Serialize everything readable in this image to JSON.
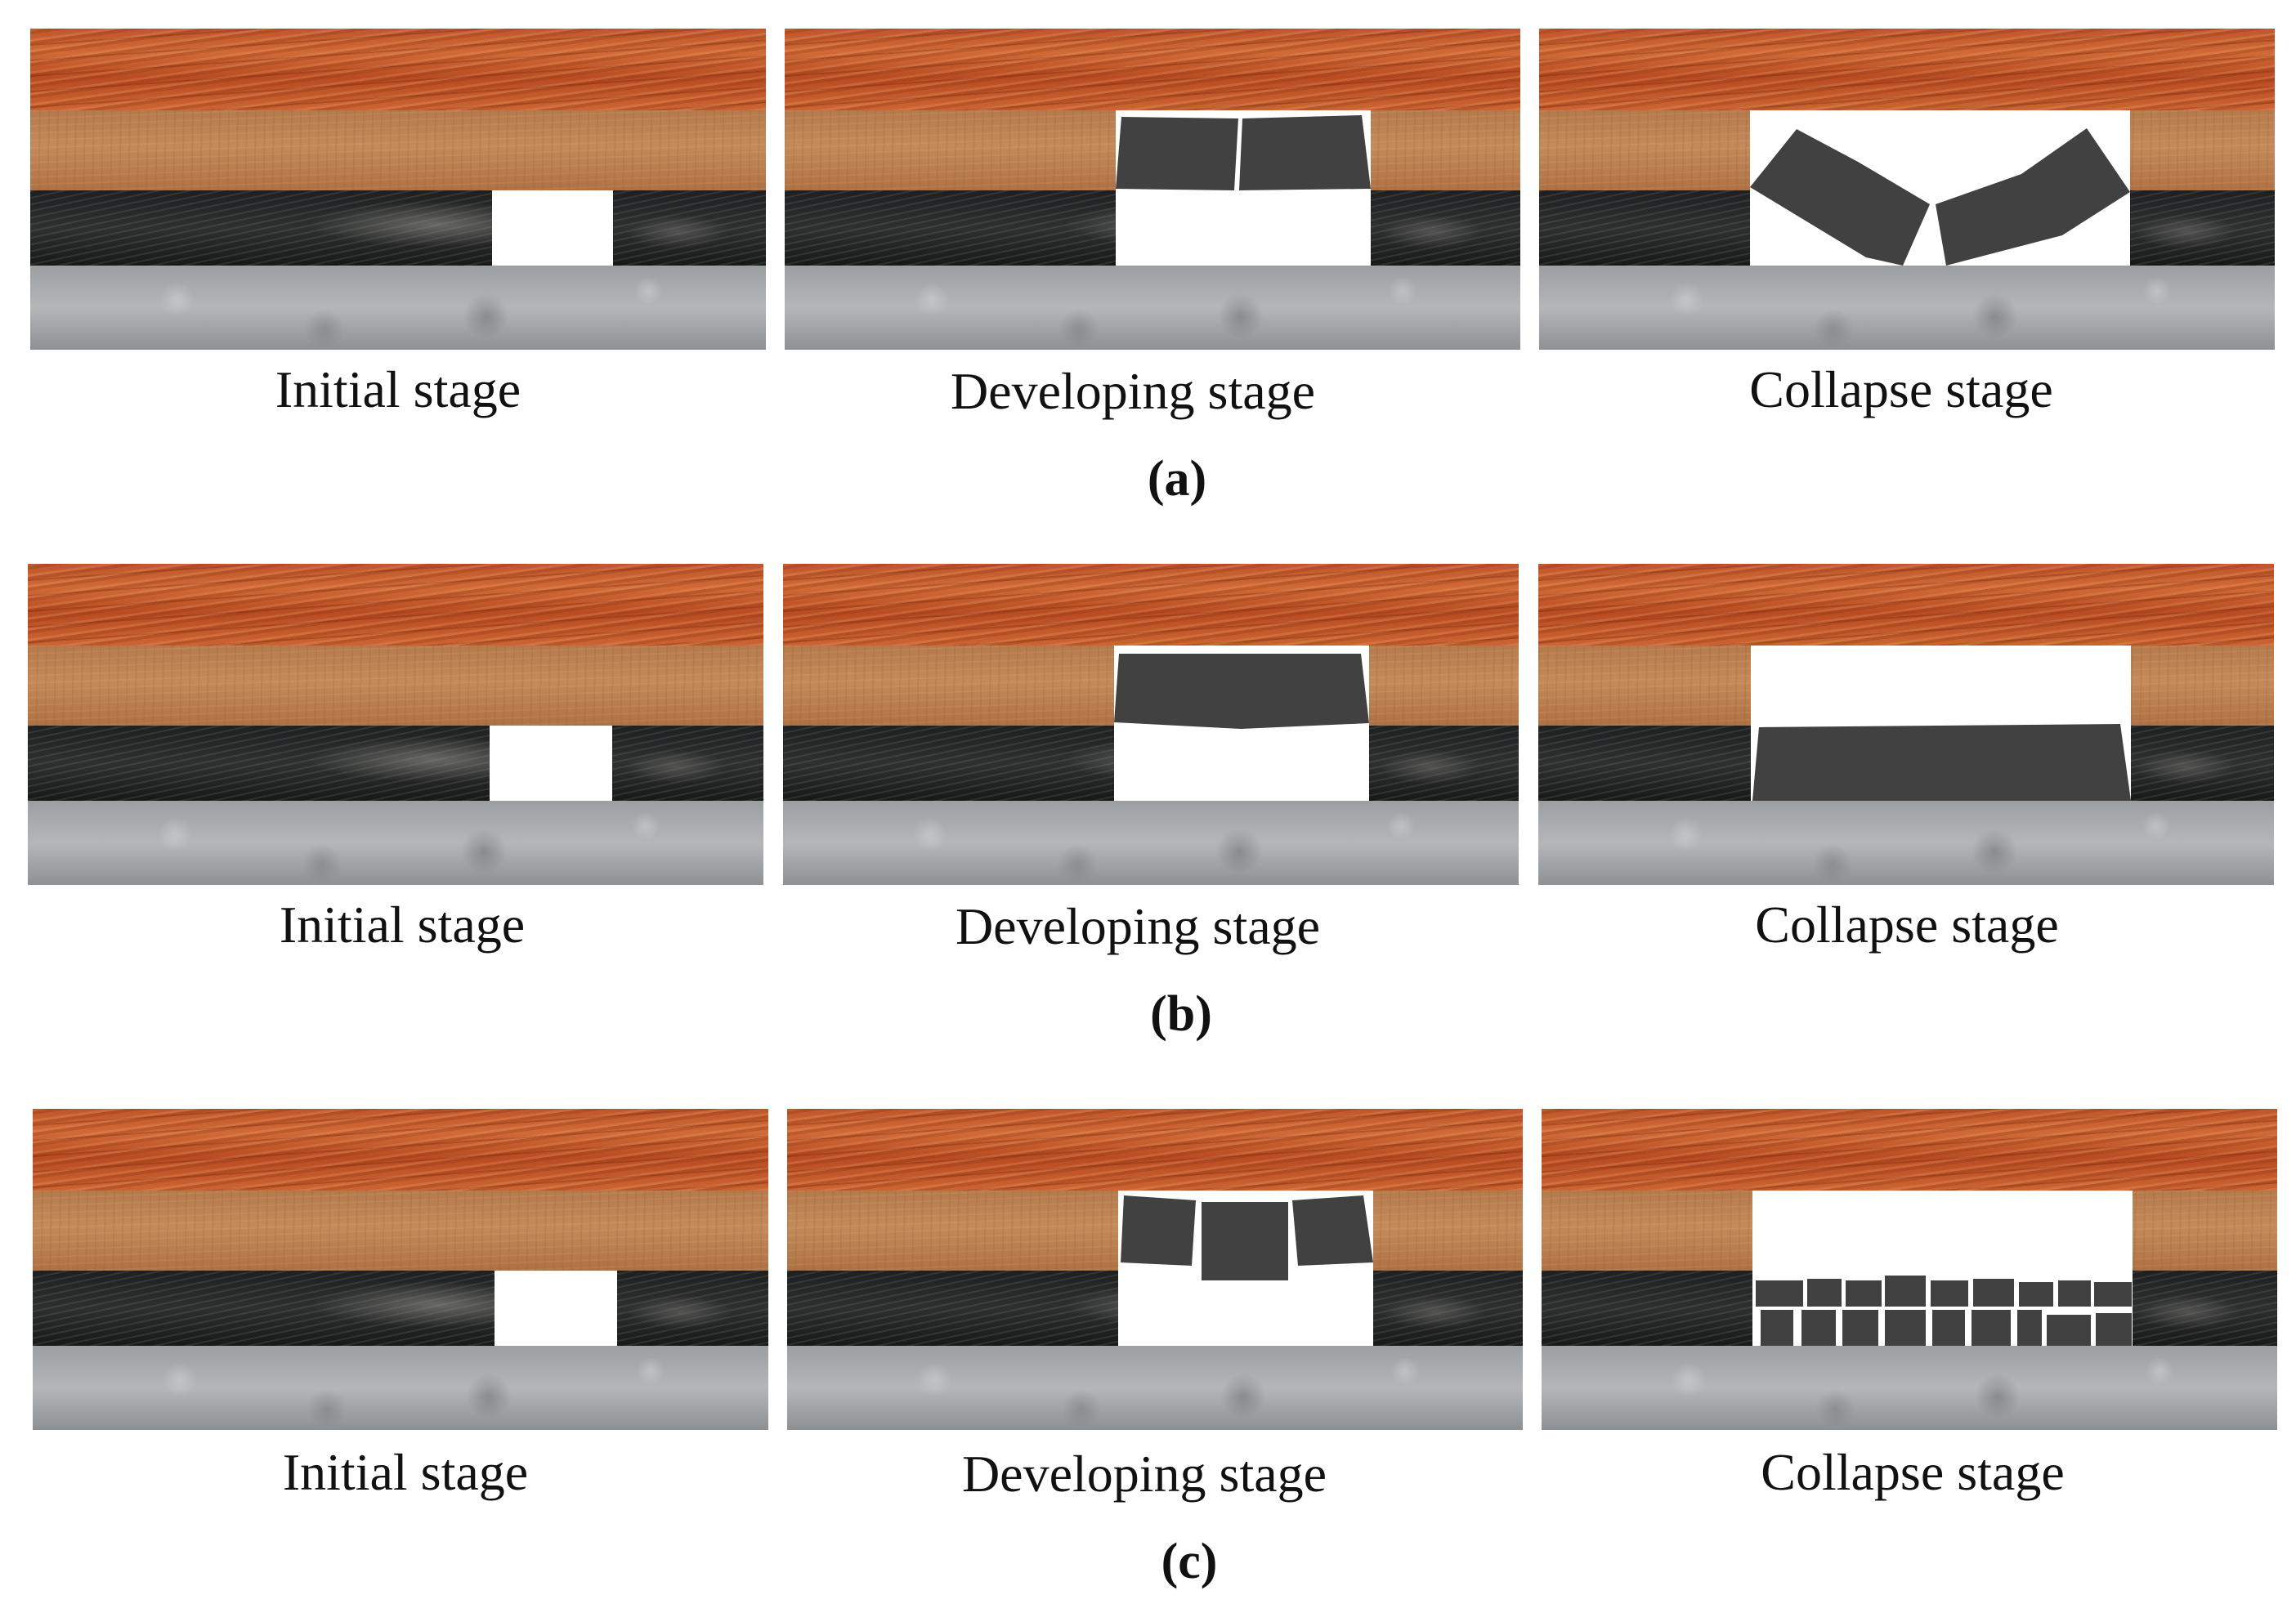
{
  "rows": [
    {
      "id": "a",
      "caption": "(a)",
      "stages": [
        "Initial stage",
        "Developing stage",
        "Collapse stage"
      ]
    },
    {
      "id": "b",
      "caption": "(b)",
      "stages": [
        "Initial stage",
        "Developing stage",
        "Collapse stage"
      ]
    },
    {
      "id": "c",
      "caption": "(c)",
      "stages": [
        "Initial stage",
        "Developing stage",
        "Collapse stage"
      ]
    }
  ],
  "colors": {
    "roof_block": "#414141",
    "cavity": "#ffffff",
    "sandstone": "#c0562a",
    "mudstone": "#b57a4c",
    "coal": "#1d1f20",
    "floor_rock": "#9c9fa2"
  }
}
